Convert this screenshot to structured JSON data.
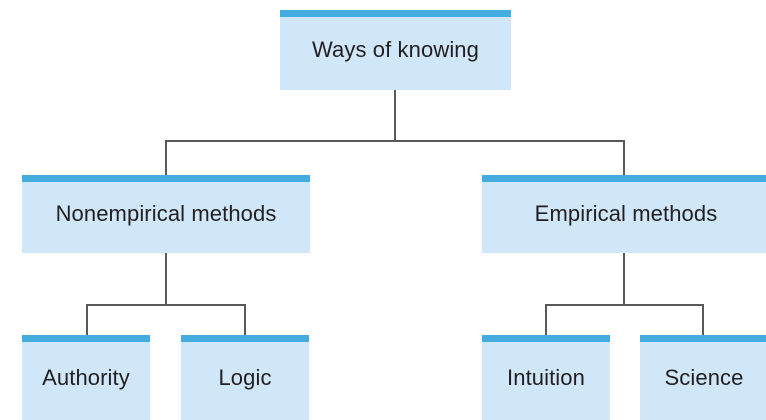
{
  "diagram": {
    "type": "hierarchy-tree",
    "title": "Ways of knowing",
    "colors": {
      "node_fill": "#cfe7f8",
      "node_cap": "#45ace0",
      "connector": "#58595b",
      "text": "#231f20",
      "background": "#ffffff"
    },
    "levels": [
      {
        "level": 1,
        "nodes": [
          {
            "id": "root",
            "label": "Ways of knowing"
          }
        ]
      },
      {
        "level": 2,
        "nodes": [
          {
            "id": "nonempirical",
            "label": "Nonempirical methods",
            "parent": "root"
          },
          {
            "id": "empirical",
            "label": "Empirical methods",
            "parent": "root"
          }
        ]
      },
      {
        "level": 3,
        "nodes": [
          {
            "id": "authority",
            "label": "Authority",
            "parent": "nonempirical"
          },
          {
            "id": "logic",
            "label": "Logic",
            "parent": "nonempirical"
          },
          {
            "id": "intuition",
            "label": "Intuition",
            "parent": "empirical"
          },
          {
            "id": "science",
            "label": "Science",
            "parent": "empirical"
          }
        ]
      }
    ],
    "nodes": {
      "root": {
        "label": "Ways of knowing"
      },
      "nonempirical": {
        "label": "Nonempirical methods"
      },
      "empirical": {
        "label": "Empirical methods"
      },
      "authority": {
        "label": "Authority"
      },
      "logic": {
        "label": "Logic"
      },
      "intuition": {
        "label": "Intuition"
      },
      "science": {
        "label": "Science"
      }
    },
    "edges": [
      {
        "from": "root",
        "to": "nonempirical"
      },
      {
        "from": "root",
        "to": "empirical"
      },
      {
        "from": "nonempirical",
        "to": "authority"
      },
      {
        "from": "nonempirical",
        "to": "logic"
      },
      {
        "from": "empirical",
        "to": "intuition"
      },
      {
        "from": "empirical",
        "to": "science"
      }
    ]
  }
}
